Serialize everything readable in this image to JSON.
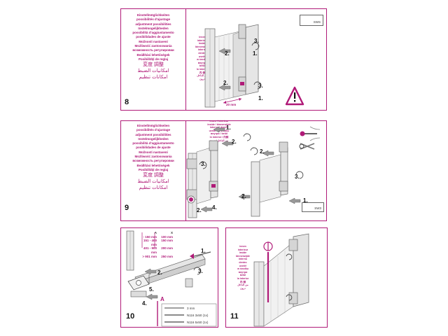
{
  "labels": [
    "Einstellmöglichkeiten",
    "possibilités d'ajustage",
    "adjustment possibilities",
    "Instelmogelijkheden",
    "possibilità d'aggiustamento",
    "posibilidades de ajuste",
    "Možnosti nastavení",
    "Możliwość zastosowania",
    "возможность регулировки",
    "Beállítási lehetőségek",
    "Posibilităţi de reglaj",
    "変度 調整",
    "امكانيات الضبط",
    "امكانات تنظيم"
  ],
  "inside_labels_short": [
    "innen",
    "interieur",
    "inside",
    "binnenzijde",
    "interno",
    "dentro",
    "uvnitř",
    "w środku",
    "внутри",
    "belül",
    "în interior",
    "内 侧",
    "من الداخل",
    "درون"
  ],
  "inside_labels_long": [
    "innen / intérieur",
    "inside / binnenzijde",
    "interno / dentro",
    "uvnitř / w środku",
    "внутри / belül",
    "în interior / 内侧",
    "من الداخل / درون"
  ],
  "panels": {
    "p8": {
      "number": "8",
      "code": "SWS",
      "dimension": "20 mm",
      "steps": [
        "1.",
        "2.",
        "3."
      ]
    },
    "p9": {
      "number": "9",
      "code": "SW3",
      "steps": [
        "1.",
        "2.",
        "3.",
        "4."
      ]
    },
    "p10": {
      "number": "10",
      "steps": [
        "1.",
        "2.",
        "3.",
        "4.",
        "5."
      ],
      "callout": "A",
      "table": {
        "headers": [
          "A",
          "X"
        ],
        "rows": [
          [
            "- 150 mm",
            "100 mm"
          ],
          [
            "151 - 400 mm",
            "150 mm"
          ],
          [
            "401 - 900 mm",
            "200 mm"
          ],
          [
            "> 901 mm",
            "250 mm"
          ]
        ]
      },
      "hardware": [
        "3 mm",
        "N116 3x50 (1x)",
        "N116 5x50 (1x)"
      ]
    },
    "p11": {
      "number": "11"
    }
  },
  "colors": {
    "accent": "#b01a78",
    "frame": "#cfd0d2",
    "line": "#555555"
  }
}
